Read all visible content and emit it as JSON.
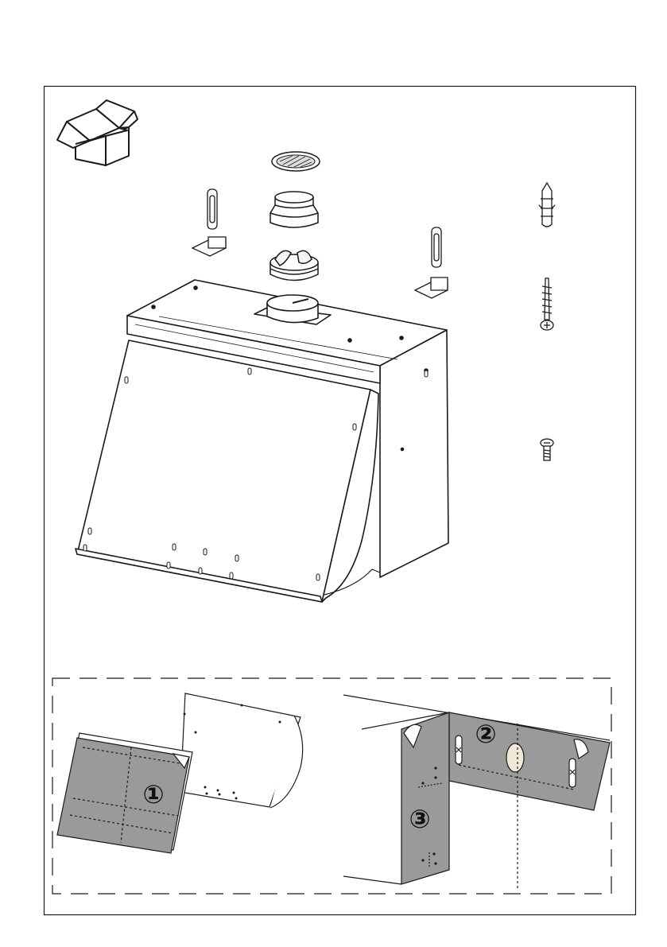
{
  "steps": {
    "step1": "①",
    "step2": "②",
    "step3": "③"
  },
  "icons": {
    "unpack": "open-box-icon",
    "parts": [
      "grille-icon",
      "duct-adapter-icon",
      "check-valve-icon",
      "wall-bracket-icon",
      "wall-plug-icon",
      "wood-screw-icon",
      "machine-screw-icon"
    ]
  },
  "colors": {
    "line": "#1a1a1a",
    "template_fill": "#9a9a9a",
    "hole_fill": "#efe9d8",
    "background": "#ffffff"
  }
}
